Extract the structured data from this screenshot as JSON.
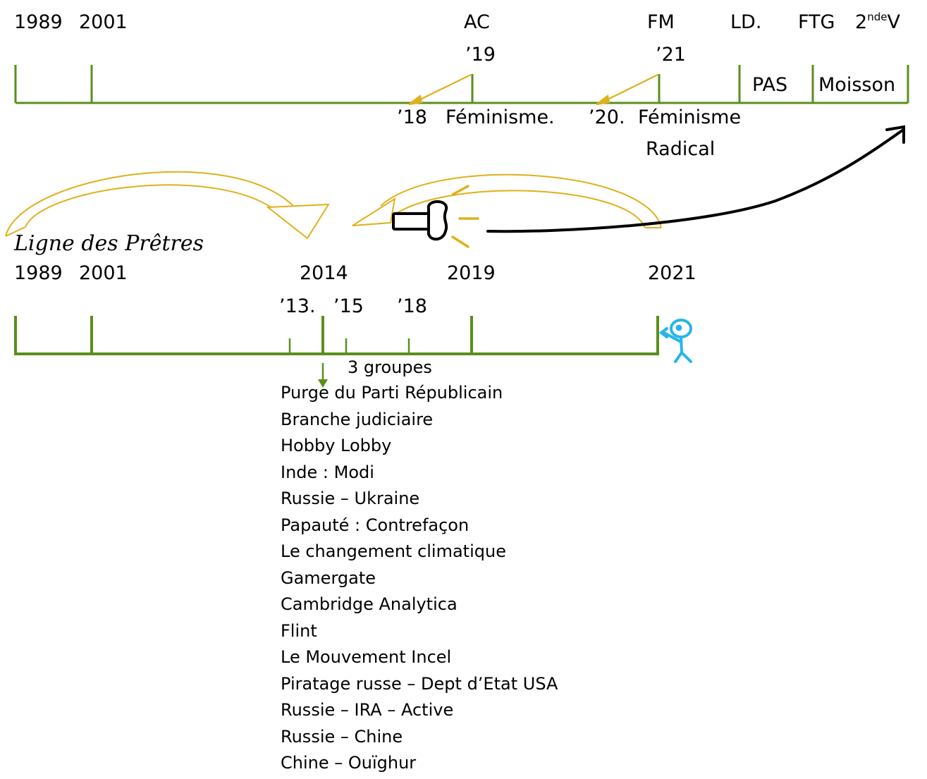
{
  "top_timeline": {
    "years": [
      "1989",
      "2001"
    ],
    "markers": [
      {
        "label": "AC",
        "year": "’19"
      },
      {
        "label": "FM",
        "year": "’21"
      }
    ],
    "labels_right": [
      "LD.",
      "FTG",
      "2",
      "nde",
      "V"
    ],
    "segments": [
      "PAS",
      "Moisson"
    ],
    "below": [
      {
        "year": "’18",
        "text": "Féminisme."
      },
      {
        "year": "’20.",
        "text": "Féminisme",
        "text2": "Radical"
      }
    ]
  },
  "bottom_timeline": {
    "title": "Ligne des Prêtres",
    "years": [
      "1989",
      "2001",
      "2014",
      "2019",
      "2021"
    ],
    "minor_years": [
      "’13.",
      "’15",
      "’18"
    ],
    "groups_label": "3 groupes",
    "events": [
      "Purge du Parti Républicain",
      "Branche judiciaire",
      "Hobby Lobby",
      "Inde : Modi",
      "Russie – Ukraine",
      "Papauté : Contrefaçon",
      "Le changement climatique",
      "Gamergate",
      "Cambridge Analytica",
      "Flint",
      "Le Mouvement Incel",
      "Piratage russe – Dept d’Etat USA",
      "Russie – IRA – Active",
      "Russie – Chine",
      "Chine – Ouïghur"
    ]
  },
  "colors": {
    "timeline": "#5a8f1c",
    "arrows": "#e0b01a",
    "figure": "#27b5e8",
    "curve": "#000000"
  },
  "icons": [
    "flashlight-icon",
    "stick-figure-icon"
  ]
}
